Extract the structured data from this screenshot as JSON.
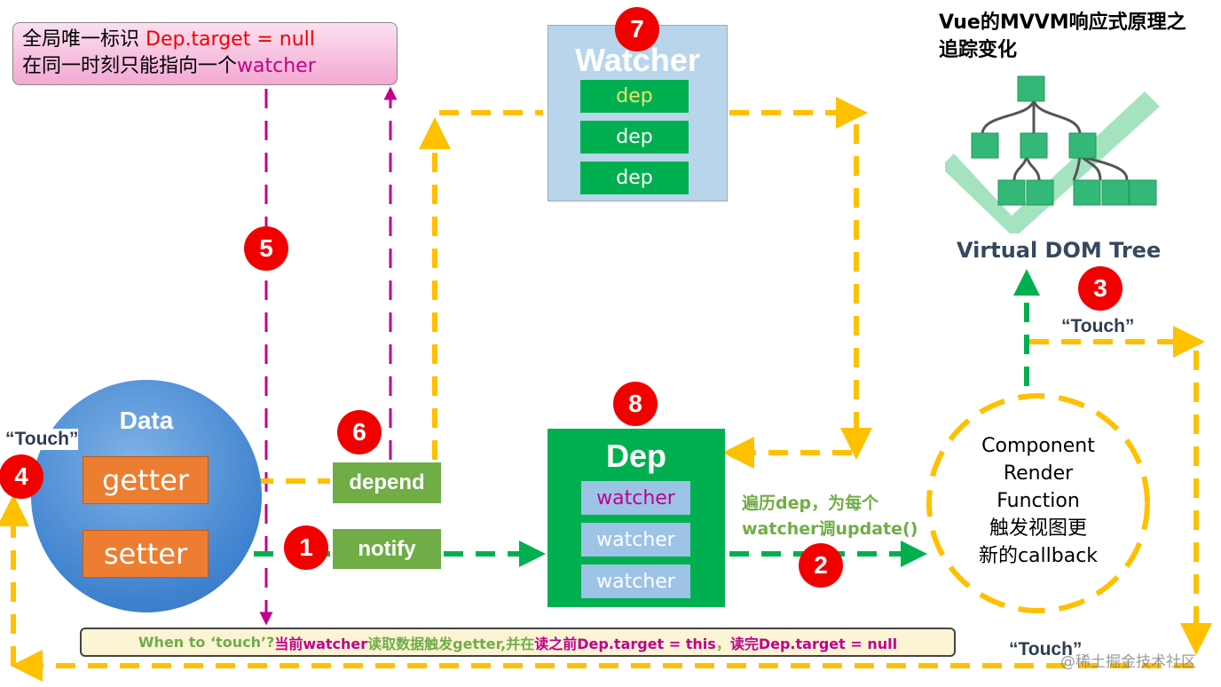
{
  "global_note": {
    "line1_prefix": "全局唯一标识 ",
    "line1_highlight": "Dep.target = null",
    "line2_prefix": "在同一时刻只能指向一个",
    "line2_highlight": "watcher"
  },
  "title": {
    "line1": "Vue的MVVM响应式原理之",
    "line2": "追踪变化"
  },
  "watcher": {
    "title": "Watcher",
    "deps": [
      "dep",
      "dep",
      "dep"
    ]
  },
  "dep": {
    "title": "Dep",
    "watchers": [
      "watcher",
      "watcher",
      "watcher"
    ]
  },
  "data": {
    "title": "Data",
    "getter": "getter",
    "setter": "setter"
  },
  "depend": "depend",
  "notify": "notify",
  "vdom": {
    "label": "Virtual DOM Tree"
  },
  "touch_labels": [
    "“Touch”",
    "“Touch”",
    "“Touch”"
  ],
  "iterate_text": {
    "line1": "遍历dep，为每个",
    "line2": "watcher调update()"
  },
  "component": {
    "lines": [
      "Component",
      "Render",
      "Function",
      "触发视图更",
      "新的callback"
    ]
  },
  "badges": [
    "1",
    "2",
    "3",
    "4",
    "5",
    "6",
    "7",
    "8"
  ],
  "bottom_note": {
    "p1": "When to ‘touch’? ",
    "p2": "当前watcher",
    "p3": "读取数据触发getter,并在",
    "p4": "读之前Dep.target = this",
    "p5": "，",
    "p6": "读完Dep.target = null"
  },
  "watermark": "@稀土掘金技术社区",
  "colors": {
    "yellow": "#ffc000",
    "green": "#00b050",
    "magenta": "#c0008c",
    "red": "#f20000",
    "orange": "#ed7d31",
    "light_green": "#70ad47"
  }
}
